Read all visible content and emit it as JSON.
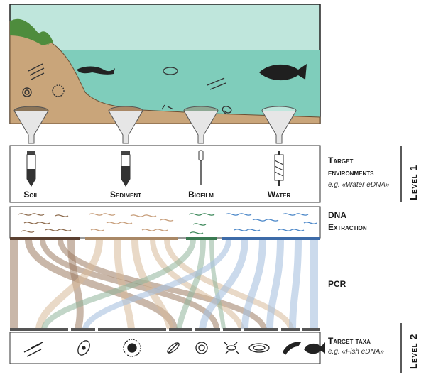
{
  "samples": [
    {
      "label": "Soil",
      "tube": "soil-tube-icon"
    },
    {
      "label": "Sediment",
      "tube": "sediment-tube-icon"
    },
    {
      "label": "Biofilm",
      "tube": "swab-icon"
    },
    {
      "label": "Water",
      "tube": "filter-capsule-icon"
    }
  ],
  "side": {
    "level1_title_line1": "Target",
    "level1_title_line2": "environments",
    "level1_example": "e.g. «Water eDNA»",
    "dna_line1": "DNA",
    "dna_line2": "Extraction",
    "pcr": "PCR",
    "taxa_title": "Target taxa",
    "taxa_example": "e.g. «Fish eDNA»"
  },
  "levels": {
    "level1": "Level 1",
    "level2": "Level 2"
  },
  "colors": {
    "sky": "#bfe6dc",
    "water": "#7fcdbb",
    "soil": "#c9a57a",
    "soil_band": "#9c7b63",
    "sediment_band": "#d7b999",
    "biofilm_band": "#8fb59a",
    "water_band": "#a9c2e0",
    "soil_bar": "#5b4030",
    "sediment_bar": "#a98866",
    "biofilm_bar": "#3a7a52",
    "water_bar": "#3d6ba8"
  },
  "taxa_icons": [
    "bacteria-icon",
    "protist-icon",
    "fungi-icon",
    "diatom-icon",
    "nematode-icon",
    "insect-icon",
    "mollusc-icon",
    "amphibian-icon",
    "fish-icon"
  ]
}
